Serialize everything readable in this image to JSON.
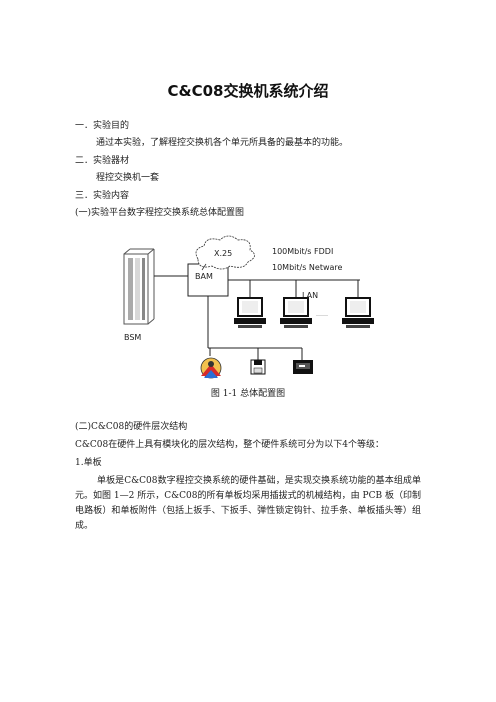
{
  "document": {
    "title": "C&C08交换机系统介绍",
    "sections": {
      "s1_heading": "一．实验目的",
      "s1_body": "通过本实验，了解程控交换机各个单元所具备的最基本的功能。",
      "s2_heading": "二．实验器材",
      "s2_body": "程控交换机一套",
      "s3_heading": "三．实验内容",
      "s3_sub1": "(一)实验平台数字程控交换系统总体配置图",
      "s3_sub2": "(二)C&C08的硬件层次结构",
      "s3_sub2_body": "C&C08在硬件上具有模块化的层次结构，整个硬件系统可分为以下4个等级：",
      "item1_heading": "1.单板",
      "item1_paragraph": "单板是C&C08数字程控交换系统的硬件基础，是实现交换系统功能的基本组成单元。如图 1—2 所示，C&C08的所有单板均采用插拔式的机械结构，由 PCB 板（印制电路板）和单板附件（包括上扳手、下扳手、弹性锁定钩针、拉手条、单板插头等）组成。"
    },
    "figure": {
      "cloud_label": "X.25",
      "net_label_1": "100Mbit/s FDDI",
      "net_label_2": "10Mbit/s Netware",
      "bam_label": "BAM",
      "lan_label": "LAN",
      "bsm_label": "BSM",
      "dots_label": "……",
      "caption": "图 1-1 总体配置图"
    }
  }
}
